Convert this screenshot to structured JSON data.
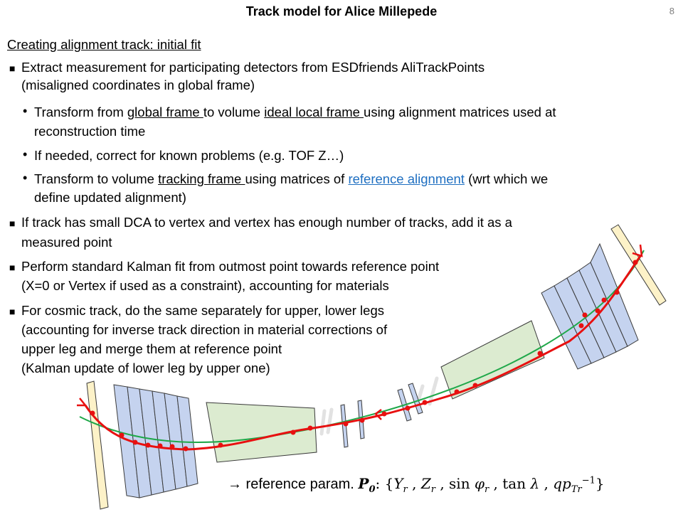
{
  "title": "Track model for Alice Millepede",
  "page_number": "8",
  "section_heading": "Creating alignment track: initial fit",
  "item1": {
    "line1": "Extract measurement for participating detectors from ESDfriends AliTrackPoints",
    "line2": "(misaligned coordinates in global frame)"
  },
  "sub1": {
    "pre": "Transform from ",
    "u1": "global frame ",
    "mid": "to volume ",
    "u2": "ideal local frame ",
    "post": "using alignment matrices used at",
    "line2": "reconstruction time"
  },
  "sub2": "If needed, correct for known problems (e.g. TOF Z…)",
  "sub3": {
    "pre": "Transform to volume ",
    "u1": "tracking frame ",
    "mid": "using matrices of ",
    "link": "reference alignment",
    "post": " (wrt which we",
    "line2": "define updated alignment)"
  },
  "item2": {
    "line1": "If track has small DCA to vertex and vertex has enough number of tracks, add it as a",
    "line2": "measured point"
  },
  "item3": {
    "line1": "Perform standard Kalman fit from outmost point towards reference point",
    "line2": "(X=0 or Vertex if used as a constraint), accounting for materials"
  },
  "item4": {
    "line1": "For cosmic track, do the same separately for upper, lower legs",
    "line2": "(accounting for inverse track direction in material corrections of",
    "line3": "upper leg and merge them at reference point",
    "line4": "(Kalman update of lower leg by upper one)"
  },
  "formula": {
    "prefix": "→ reference param. ",
    "P": "P",
    "P_sub": "0",
    "colon": ": {",
    "Y": "Y",
    "r1": "r",
    "sep1": " , ",
    "Z": "Z",
    "r2": "r",
    "sep2": " , sin ",
    "phi": "φ",
    "r3": "r",
    "sep3": " , tan ",
    "lambda": "λ",
    "sep4": " , ",
    "qp": "qp",
    "Tr": "Tr",
    "exp": "−1",
    "close": "}"
  },
  "colors": {
    "strip_yellow": "#fdf2c8",
    "detector_blue": "#c5d3ef",
    "detector_green": "#dcebd0",
    "track_red": "#e81010",
    "fit_green": "#20a84a",
    "outline": "#3a3a3a"
  }
}
